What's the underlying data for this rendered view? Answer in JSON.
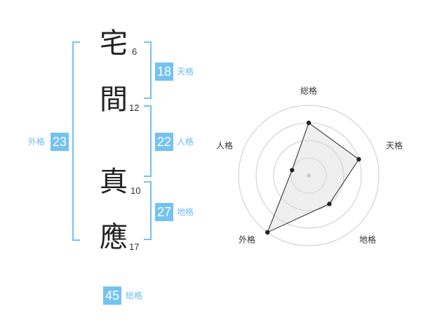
{
  "name_chars": [
    {
      "char": "宅",
      "strokes": "6"
    },
    {
      "char": "間",
      "strokes": "12"
    },
    {
      "char": "真",
      "strokes": "10"
    },
    {
      "char": "應",
      "strokes": "17"
    }
  ],
  "fortunes": {
    "tenkaku": {
      "value": "18",
      "label": "天格"
    },
    "jinkaku": {
      "value": "22",
      "label": "人格"
    },
    "chikaku": {
      "value": "27",
      "label": "地格"
    },
    "gaikaku": {
      "value": "23",
      "label": "外格"
    },
    "soukaku": {
      "value": "45",
      "label": "総格"
    }
  },
  "colors": {
    "accent": "#74c2f2",
    "badge_text": "#ffffff",
    "label": "#6cbdf0"
  },
  "chart_data": {
    "type": "radar",
    "axes": [
      "総格",
      "天格",
      "地格",
      "外格",
      "人格"
    ],
    "max": 4,
    "rings": 4,
    "values": [
      3,
      3,
      2,
      4,
      1
    ]
  }
}
